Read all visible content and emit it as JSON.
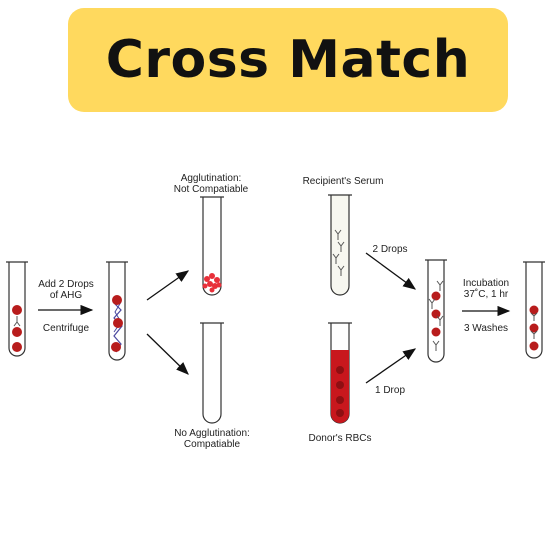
{
  "title": "Cross Match",
  "labels": {
    "agglutination_line1": "Agglutination:",
    "agglutination_line2": "Not Compatiable",
    "no_agglutination_line1": "No Agglutination:",
    "no_agglutination_line2": "Compatiable",
    "add_ahg_line1": "Add 2 Drops",
    "add_ahg_line2": "of AHG",
    "centrifuge": "Centrifuge",
    "recipient_serum": "Recipient's Serum",
    "donor_rbcs": "Donor's RBCs",
    "two_drops": "2 Drops",
    "one_drop": "1 Drop",
    "incubation_line1": "Incubation",
    "incubation_line2": "37˚C, 1 hr",
    "washes": "3 Washes"
  },
  "colors": {
    "banner": "#ffd95e",
    "rbc": "#b81c1c",
    "blood": "#c8171d",
    "antibody": "#555555",
    "ahg": "#4a48a0",
    "clump": "#e8303a"
  }
}
